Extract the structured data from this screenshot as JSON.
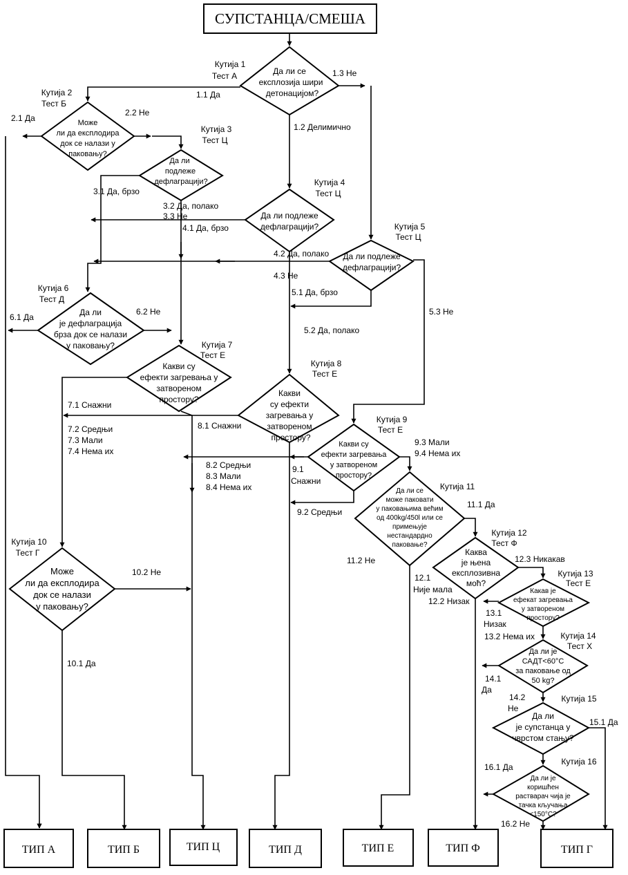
{
  "title": "СУПСТАНЦА/СМЕША",
  "boxes": {
    "b1": {
      "label": "Кутија 1",
      "test": "Тест А",
      "q": [
        "Да ли се",
        "експлозија шири",
        "детонацијом?"
      ]
    },
    "b2": {
      "label": "Кутија 2",
      "test": "Тест Б",
      "q": [
        "Може",
        "ли да експлодира",
        "док се налази у",
        "паковању?"
      ]
    },
    "b3": {
      "label": "Кутија 3",
      "test": "Тест Ц",
      "q": [
        "Да ли",
        "подлеже",
        "дефлаграцији?"
      ]
    },
    "b4": {
      "label": "Кутија 4",
      "test": "Тест Ц",
      "q": [
        "Да ли подлеже",
        "дефлаграцији?"
      ]
    },
    "b5": {
      "label": "Кутија 5",
      "test": "Тест Ц",
      "q": [
        "Да ли подлеже",
        "дефлаграцији?"
      ]
    },
    "b6": {
      "label": "Кутија 6",
      "test": "Тест Д",
      "q": [
        "Да ли",
        "је дефлаграција",
        "брза док се налази",
        "у паковању?"
      ]
    },
    "b7": {
      "label": "Кутија 7",
      "test": "Тест Е",
      "q": [
        "Какви су",
        "ефекти загревања у",
        "затвореном",
        "простору?"
      ]
    },
    "b8": {
      "label": "Кутија 8",
      "test": "Тест Е",
      "q": [
        "Какви",
        "су ефекти",
        "загревања у",
        "затвореном",
        "простору?"
      ]
    },
    "b9": {
      "label": "Кутија 9",
      "test": "Тест Е",
      "q": [
        "Какви су",
        "ефекти загревања",
        "у затвореном",
        "простору?"
      ]
    },
    "b10": {
      "label": "Кутија 10",
      "test": "Тест Г",
      "q": [
        "Може",
        "ли да експлодира",
        "док се налази",
        "у паковању?"
      ]
    },
    "b11": {
      "label": "Кутија 11",
      "q": [
        "Да ли се",
        "може паковати",
        "у паковањима већим",
        "од 400kg/450l или се",
        "примењује",
        "нестандардно",
        "паковање?"
      ]
    },
    "b12": {
      "label": "Кутија 12",
      "test": "Тест Ф",
      "q": [
        "Каква",
        "је њена",
        "експлозивна",
        "моћ?"
      ]
    },
    "b13": {
      "label": "Кутија 13",
      "test": "Тест Е",
      "q": [
        "Какав је",
        "ефекат загревања",
        "у затвореном",
        "простору?"
      ]
    },
    "b14": {
      "label": "Кутија 14",
      "test": "Тест Х",
      "q": [
        "Да ли је",
        "САДТ<60°C",
        "за паковање од",
        "50 kg?"
      ]
    },
    "b15": {
      "label": "Кутија 15",
      "q": [
        "Да ли",
        "је супстанца у",
        "чврстом стању?"
      ]
    },
    "b16": {
      "label": "Кутија 16",
      "q": [
        "Да ли је",
        "коришћен",
        "растварач чија је",
        "тачка кључања",
        "<150°C?"
      ]
    }
  },
  "edges": {
    "e1_1": "1.1 Да",
    "e1_2": "1.2 Делимично",
    "e1_3": "1.3 Не",
    "e2_1": "2.1   Да",
    "e2_2": "2.2 Не",
    "e3_1": "3.1 Да, брзо",
    "e3_2": "3.2   Да, полако",
    "e3_3": "3.3   Не",
    "e4_1": "4.1 Да, брзо",
    "e4_2": "4.2  Да, полако",
    "e4_3": "4.3  Не",
    "e5_1": "5.1    Да, брзо",
    "e5_2": "5.2 Да, полако",
    "e5_3": "5.3 Не",
    "e6_1": "6.1 Да",
    "e6_2": "6.2 Не",
    "e7_1": "7.1 Снажни",
    "e7_2": "7.2 Средњи",
    "e7_3": "7.3 Мали",
    "e7_4": "7.4 Нема их",
    "e8_1": "8.1 Снажни",
    "e8_2": "8.2 Средњи",
    "e8_3": "8.3 Мали",
    "e8_4": "8.4 Нема их",
    "e9_1a": "9.1",
    "e9_1b": "Снажни",
    "e9_2": "9.2 Средњи",
    "e9_3": "9.3 Мали",
    "e9_4": "9.4 Нема их",
    "e10_1": "10.1  Да",
    "e10_2": "10.2 Не",
    "e11_1": "11.1   Да",
    "e11_2": "11.2 Не",
    "e12_1a": "12.1",
    "e12_1b": "Није мала",
    "e12_2": "12.2 Низак",
    "e12_3": "12.3 Никакав",
    "e13_1a": "13.1",
    "e13_1b": "Низак",
    "e13_2": "13.2 Нема их",
    "e14_1a": "14.1",
    "e14_1b": "Да",
    "e14_2a": "14.2",
    "e14_2b": "Не",
    "e15_1": "15.1 Да",
    "e16_1": "16.1 Да",
    "e16_2": "16.2 Не"
  },
  "types": {
    "a": "ТИП А",
    "b": "ТИП Б",
    "c": "ТИП Ц",
    "d": "ТИП Д",
    "e": "ТИП Е",
    "f": "ТИП Ф",
    "g": "ТИП Г"
  }
}
